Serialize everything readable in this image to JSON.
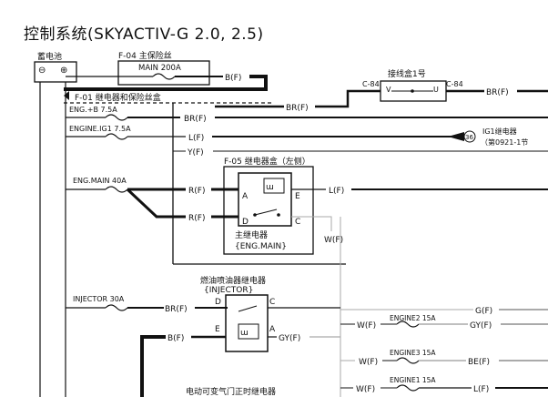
{
  "title": "控制系统(SKYACTIV-G 2.0, 2.5)",
  "battery": {
    "label": "蓄电池",
    "minus": "⊖",
    "plus": "⊕"
  },
  "main_fuse_box": {
    "label": "F-04 主保险丝",
    "fuse": "MAIN 200A"
  },
  "junction_box": {
    "label": "接线盒1号",
    "left_connector": "C-84",
    "right_connector": "C-84",
    "left_pin": "V",
    "right_pin": "U"
  },
  "relay_fuse_box": {
    "label": "F-01 继电器和保险丝盒"
  },
  "fuses": [
    {
      "name": "ENG.+B 7.5A"
    },
    {
      "name": "ENGINE.IG1 7.5A"
    },
    {
      "name": "ENG.MAIN 40A"
    },
    {
      "name": "INJECTOR 30A"
    },
    {
      "name": "ENGINE2 15A"
    },
    {
      "name": "ENGINE3 15A"
    },
    {
      "name": "ENGINE1 15A"
    }
  ],
  "wire_labels": {
    "bf_main": "B(F)",
    "br_top": "BR(F)",
    "br_eng_b": "BR(F)",
    "br_right": "BR(F)",
    "l_ig1": "L(F)",
    "y": "Y(F)",
    "r_main1": "R(F)",
    "r_main2": "R(F)",
    "l_relay_out": "L(F)",
    "w_relay": "W(F)",
    "br_injector": "BR(F)",
    "b_injector": "B(F)",
    "gy_injector": "GY(F)",
    "g_eng2": "G(F)",
    "gy_eng2": "GY(F)",
    "w_eng2": "W(F)",
    "w_eng3": "W(F)",
    "be_eng3": "BE(F)",
    "w_eng1": "W(F)",
    "l_eng1": "L(F)"
  },
  "ig1_relay_note": {
    "line1": "IG1继电器",
    "line2": "（第0921-1节",
    "marker": "36"
  },
  "main_relay_box": {
    "label": "F-05 继电器盒（左侧）",
    "relay_name": "主继电器",
    "relay_code": "{ENG.MAIN}",
    "pins": [
      "A",
      "E",
      "D",
      "C"
    ]
  },
  "injector_relay": {
    "label": "燃油喷油器继电器",
    "code": "{INJECTOR}",
    "pins": [
      "D",
      "C",
      "E",
      "A"
    ]
  },
  "vvt_relay": {
    "label": "电动可变气门正时继电器"
  }
}
